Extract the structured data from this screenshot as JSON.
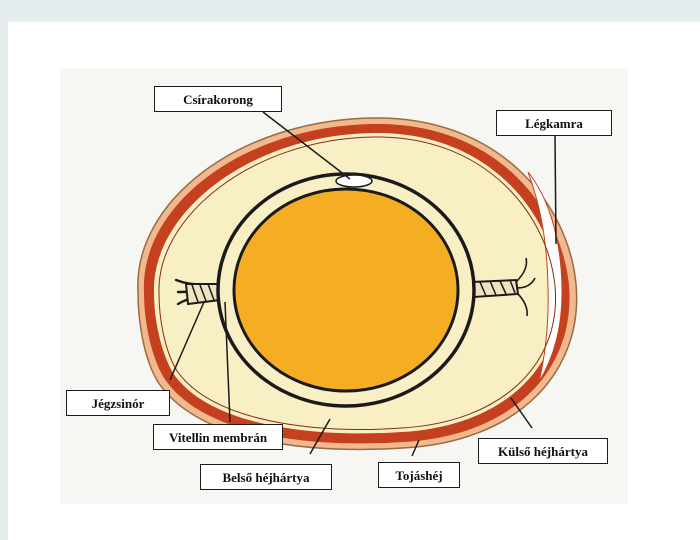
{
  "labels": {
    "blastoderm": "Csírakorong",
    "air_cell": "Légkamra",
    "chalaza": "Jégzsinór",
    "vitelline_membrane": "Vitellin membrán",
    "inner_shell_membrane": "Belső héjhártya",
    "shell": "Tojáshéj",
    "outer_shell_membrane": "Külső héjhártya"
  },
  "colors": {
    "background": "#e4eced",
    "panel": "#ffffff",
    "diagram_backdrop": "#f6f6f3",
    "albumen": "#f8f0c4",
    "shell_membrane": "#c4401f",
    "shell_outer": "#f2b98f",
    "yolk": "#f5ae24",
    "outline": "#1a1a1a",
    "air_cell": "#ffffff"
  }
}
